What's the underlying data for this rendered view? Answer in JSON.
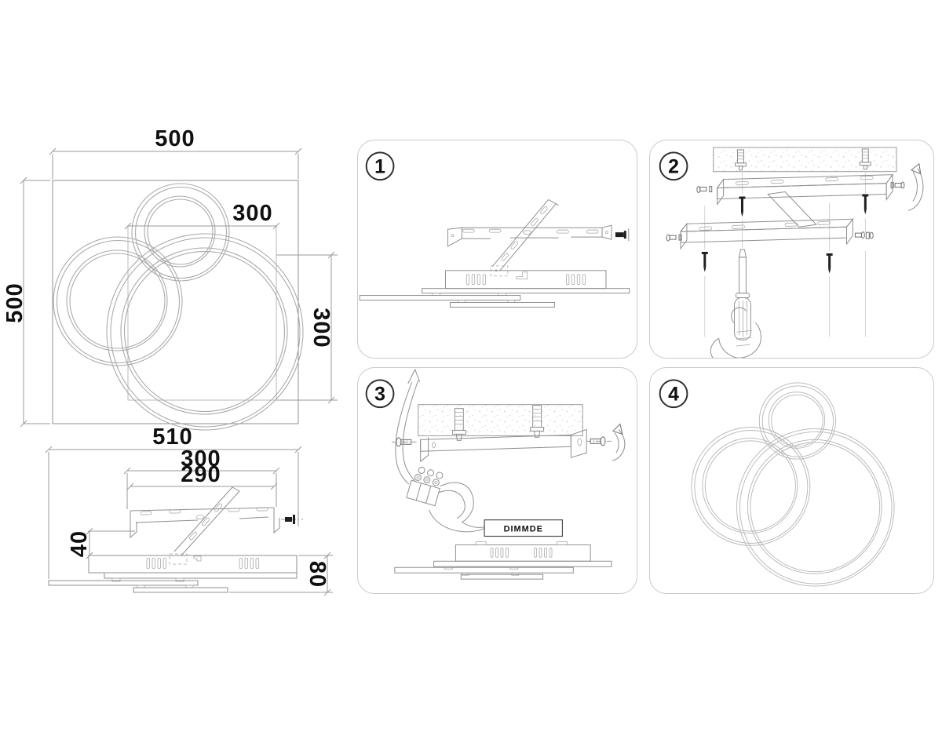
{
  "colors": {
    "background": "#ffffff",
    "line_art": "#8f8f8f",
    "ring_line": "#ababab",
    "panel_border": "#c9c9c9",
    "text": "#101010",
    "screw_fill": "#1f1f1f"
  },
  "top_view": {
    "width": "500",
    "height": "500",
    "inner_width": "300",
    "inner_height": "300"
  },
  "side_view": {
    "width": "510",
    "bracket_width": "300",
    "hole_spacing": "290",
    "bracket_height": "40",
    "fixture_height": "80"
  },
  "panels": [
    {
      "step": "1"
    },
    {
      "step": "2"
    },
    {
      "step": "3",
      "dimmer_label": "DIMMDE"
    },
    {
      "step": "4"
    }
  ]
}
